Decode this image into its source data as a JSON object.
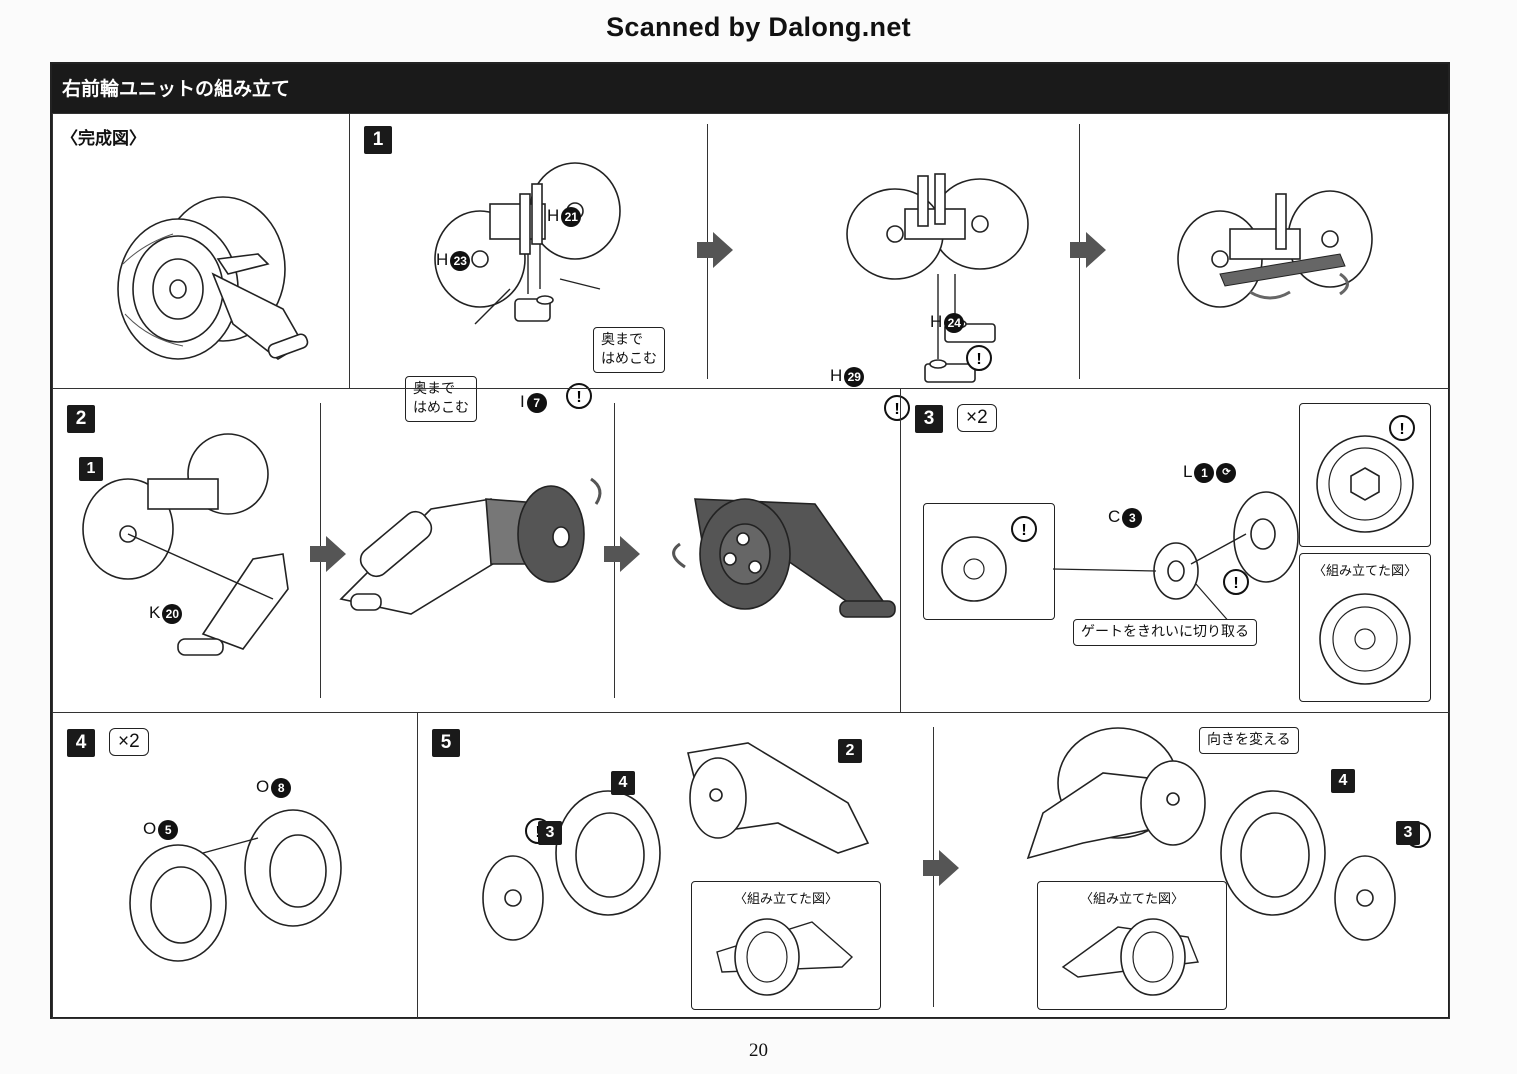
{
  "header": {
    "scan_credit": "Scanned by Dalong.net"
  },
  "section": {
    "title": "右前輪ユニットの組み立て"
  },
  "completed": {
    "label": "〈完成図〉"
  },
  "steps": {
    "s1": {
      "number": "1",
      "parts": {
        "h21": "H",
        "h21_num": "21",
        "h23": "H",
        "h23_num": "23",
        "i7": "I",
        "i7_num": "7",
        "h24": "H",
        "h24_num": "24",
        "h29": "H",
        "h29_num": "29"
      },
      "callout_a": "奥まで\nはめこむ",
      "callout_b": "奥まで\nはめこむ"
    },
    "s2": {
      "number": "2",
      "sub_ref": "1",
      "parts": {
        "k20": "K",
        "k20_num": "20"
      }
    },
    "s3": {
      "number": "3",
      "multiplier": "×2",
      "parts": {
        "l1": "L",
        "l1_num": "1",
        "c3": "C",
        "c3_num": "3"
      },
      "gate_note": "ゲートをきれいに切り取る",
      "assembled_label": "〈組み立てた図〉"
    },
    "s4": {
      "number": "4",
      "multiplier": "×2",
      "parts": {
        "o8": "O",
        "o8_num": "8",
        "o5": "O",
        "o5_num": "5"
      }
    },
    "s5": {
      "number": "5",
      "ref4": "4",
      "ref2": "2",
      "ref3": "3",
      "ref4b": "4",
      "ref3b": "3",
      "direction_note": "向きを変える",
      "assembled_label_a": "〈組み立てた図〉",
      "assembled_label_b": "〈組み立てた図〉"
    }
  },
  "footer": {
    "page_number": "20"
  }
}
